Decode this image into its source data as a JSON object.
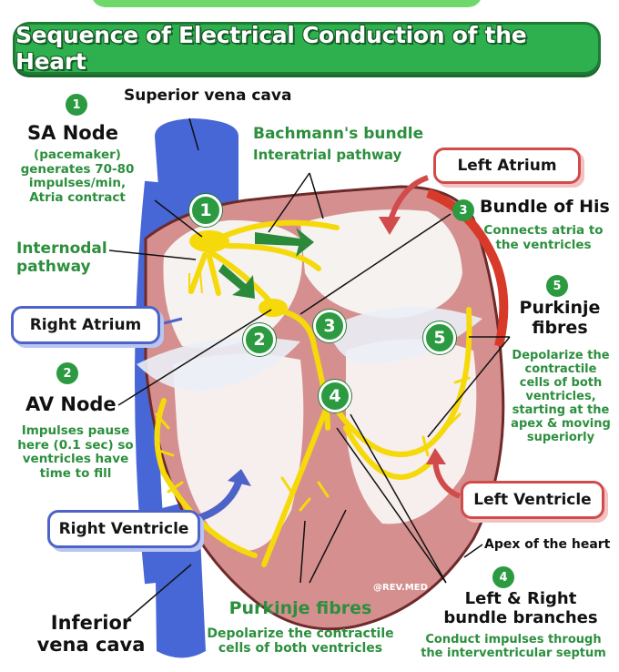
{
  "title": "Sequence of Electrical Conduction of the Heart",
  "steps": {
    "s1": "1",
    "s2": "2",
    "s3": "3",
    "s4": "4",
    "s5": "5"
  },
  "labels": {
    "superior_vena_cava": "Superior vena cava",
    "sa_node": "SA Node",
    "sa_desc": [
      "(pacemaker)",
      "generates 70-80",
      "impulses/min,",
      "Atria contract"
    ],
    "bachmann_title": "Bachmann's bundle",
    "bachmann_sub": "Interatrial pathway",
    "left_atrium": "Left Atrium",
    "bundle_his": "Bundle of His",
    "his_desc": [
      "Connects atria to",
      "the ventricles"
    ],
    "internodal": [
      "Internodal",
      "pathway"
    ],
    "right_atrium": "Right Atrium",
    "purkinje_right_title": [
      "Purkinje",
      "fibres"
    ],
    "purkinje_right_desc": [
      "Depolarize the",
      "contractile",
      "cells of both",
      "ventricles,",
      "starting at the",
      "apex & moving",
      "superiorly"
    ],
    "av_node": "AV Node",
    "av_desc": [
      "Impulses pause",
      "here (0.1 sec) so",
      "ventricles have",
      "time to fill"
    ],
    "left_ventricle": "Left Ventricle",
    "right_ventricle": "Right Ventricle",
    "apex": "Apex of the heart",
    "watermark": "@REV.MED",
    "inferior_vena_cava": [
      "Inferior",
      "vena cava"
    ],
    "purkinje_bottom_title": "Purkinje fibres",
    "purkinje_bottom_desc": [
      "Depolarize the contractile",
      "cells of both ventricles"
    ],
    "bundle_branches_title": [
      "Left & Right",
      "bundle branches"
    ],
    "bundle_branches_desc": [
      "Conduct impulses through",
      "the interventricular septum"
    ]
  },
  "colors": {
    "title_bg": "#2fb04f",
    "green_text": "#2c8f3e",
    "conduction": "#f5d90a",
    "vena_cava": "#4767d6",
    "myocardium": "#d58f8f",
    "label_blue_border": "#4d63c8",
    "label_red_border": "#d24b4b"
  }
}
